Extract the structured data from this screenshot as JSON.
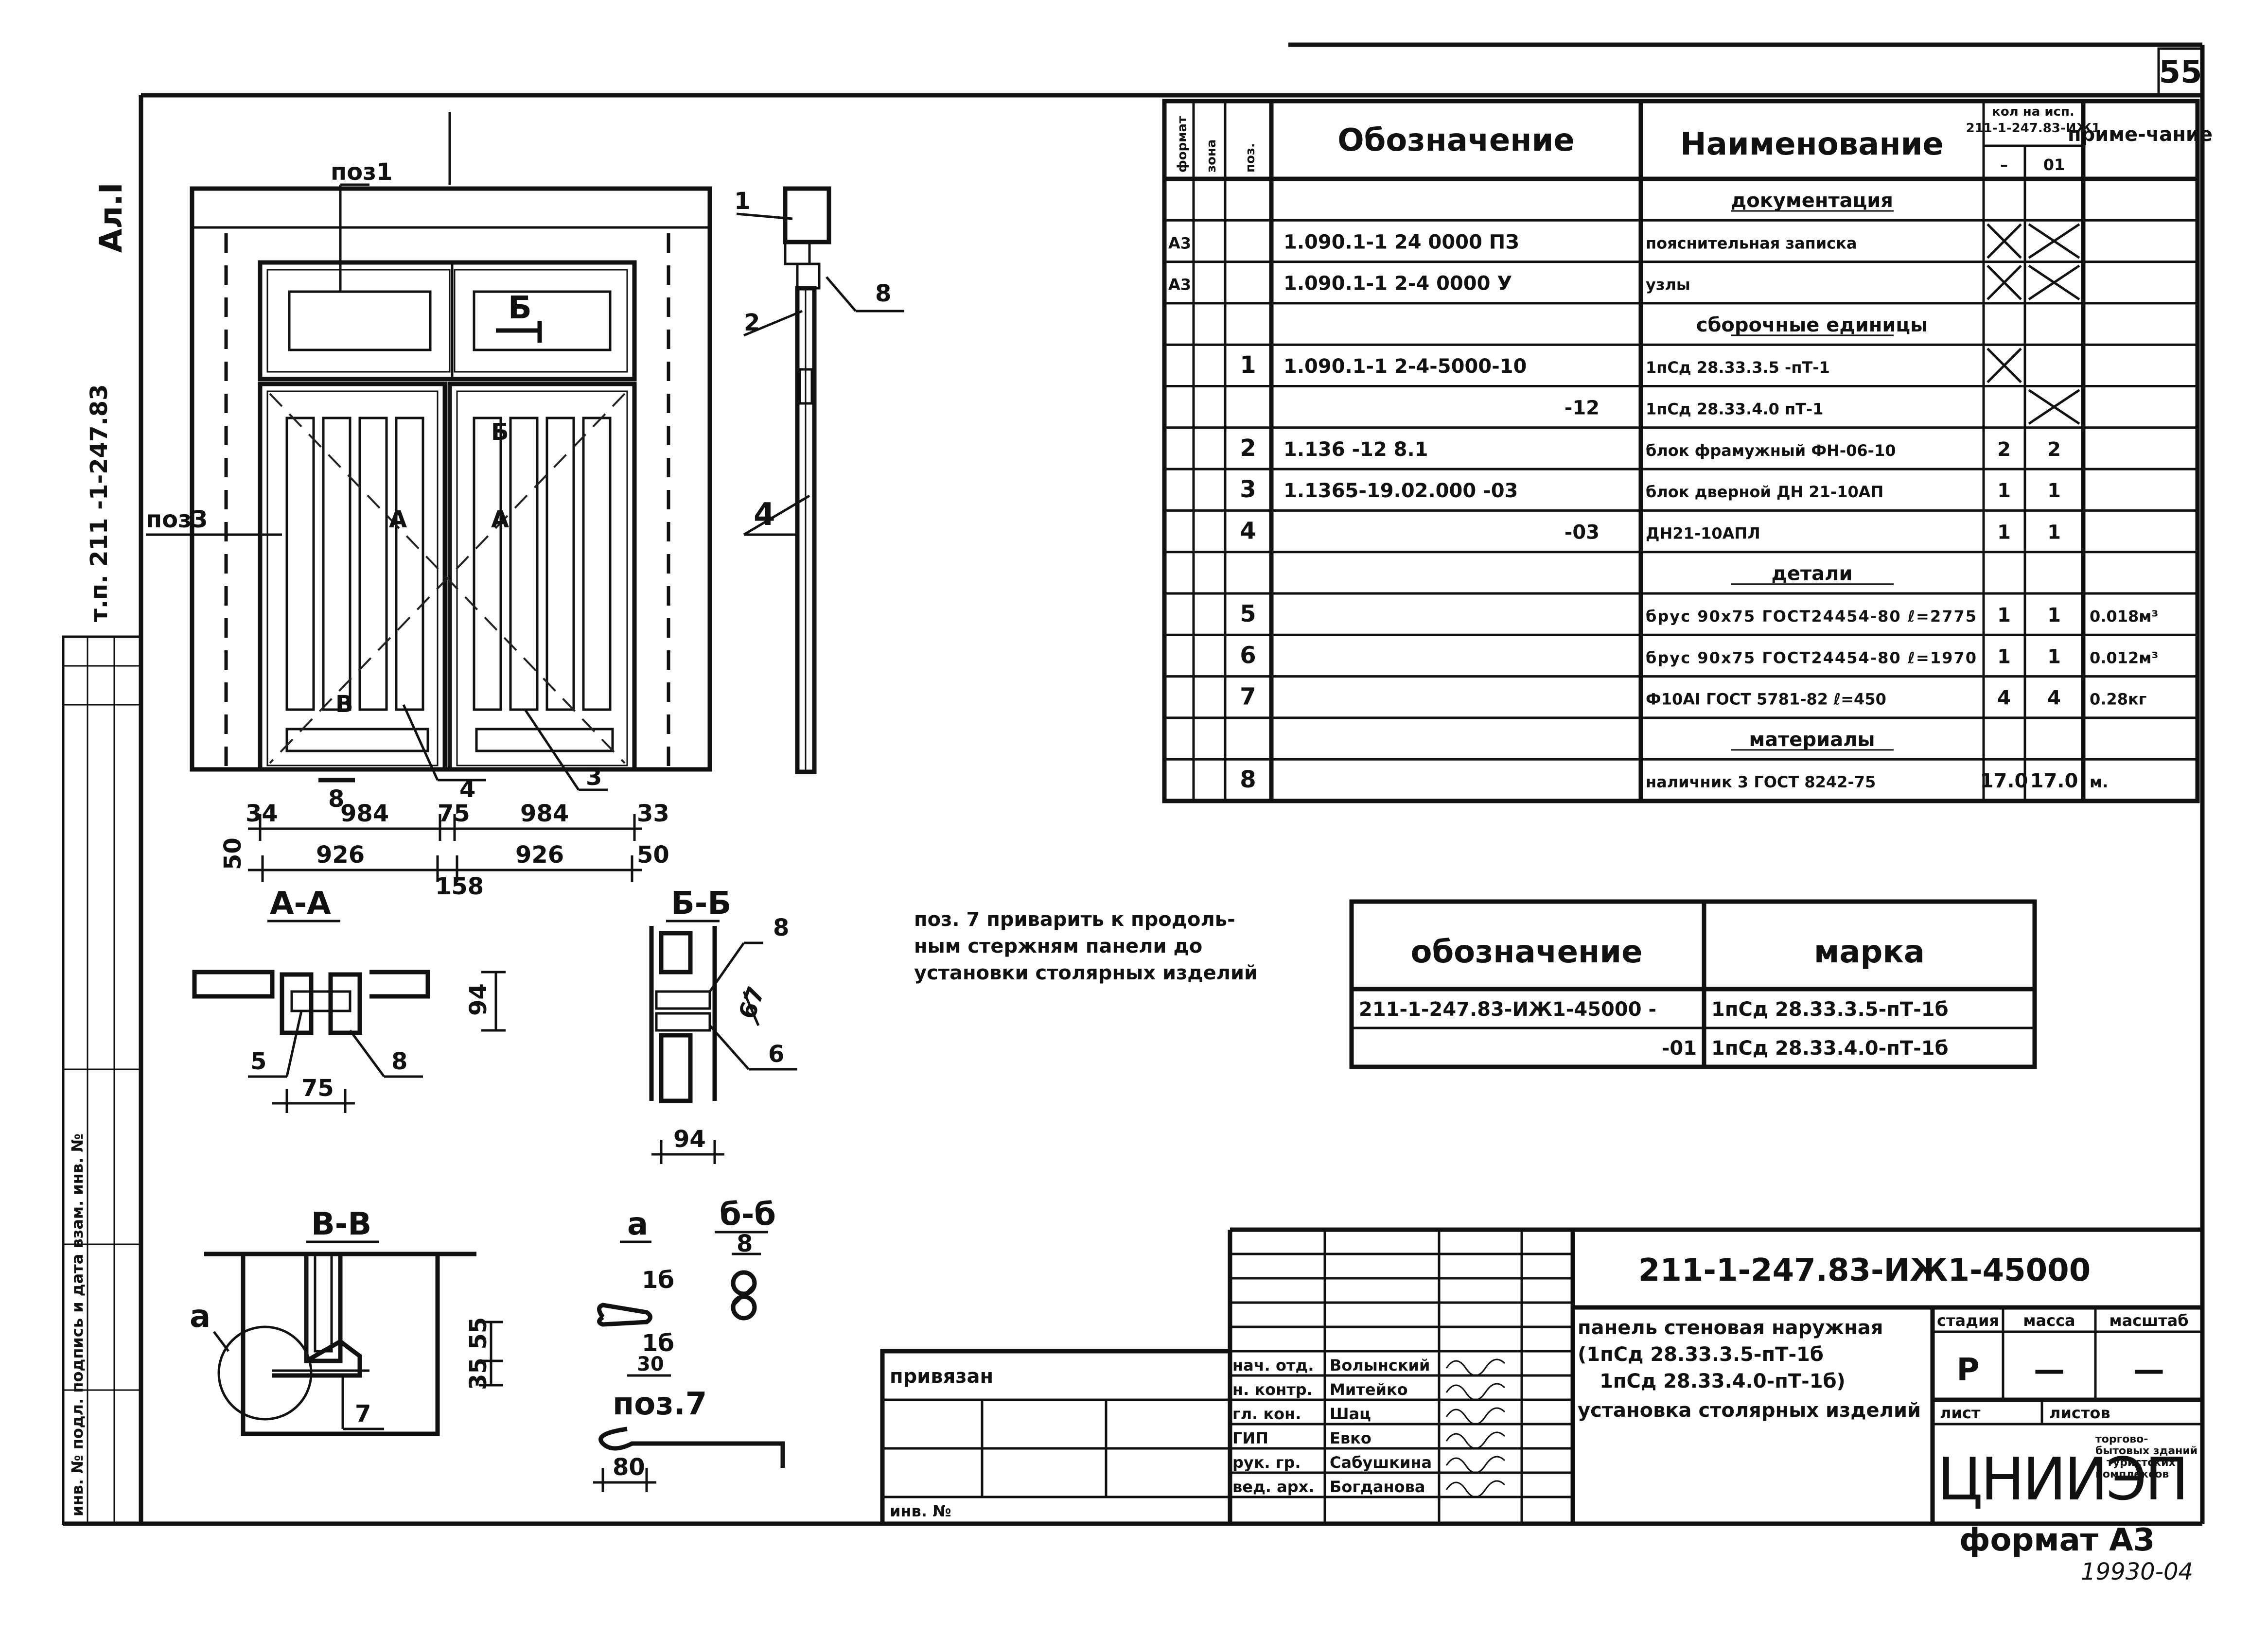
{
  "sheet": {
    "number": "55",
    "album": "Ал.I",
    "series_vertical": "т.п. 211 -1-247.83",
    "format": "формат А3",
    "code": "19930-04"
  },
  "spec": {
    "headers": {
      "format": "формат",
      "zone": "зона",
      "pos": "поз.",
      "designation": "Обозначение",
      "name": "Наименование",
      "qty": "кол на исп.",
      "qty_doc": "211-1-247.83-ИЖ1",
      "qty_a": "–",
      "qty_b": "01",
      "note": "приме-чание"
    },
    "rows": [
      {
        "fmt": "",
        "pos": "",
        "des": "",
        "name": "документация",
        "section": true,
        "q1": "",
        "q2": "",
        "note": ""
      },
      {
        "fmt": "А3",
        "pos": "",
        "des": "1.090.1-1 24 0000 ПЗ",
        "name": "пояснительная записка",
        "q1": "X",
        "q2": "X",
        "note": ""
      },
      {
        "fmt": "А3",
        "pos": "",
        "des": "1.090.1-1 2-4 0000 У",
        "name": "узлы",
        "q1": "X",
        "q2": "X",
        "note": ""
      },
      {
        "fmt": "",
        "pos": "",
        "des": "",
        "name": "сборочные единицы",
        "section": true,
        "q1": "",
        "q2": "",
        "note": ""
      },
      {
        "fmt": "",
        "pos": "1",
        "des": "1.090.1-1 2-4-5000-10",
        "name": "1пСд 28.33.3.5 -пТ-1",
        "q1": "X",
        "q2": "",
        "note": ""
      },
      {
        "fmt": "",
        "pos": "",
        "des": "-12",
        "name": "1пСд 28.33.4.0 пТ-1",
        "q1": "",
        "q2": "X",
        "note": ""
      },
      {
        "fmt": "",
        "pos": "2",
        "des": "1.136 -12 8.1",
        "name": "блок фрамужный ФН-06-10",
        "q1": "2",
        "q2": "2",
        "note": ""
      },
      {
        "fmt": "",
        "pos": "3",
        "des": "1.1365-19.02.000 -03",
        "name": "блок дверной ДН 21-10АП",
        "q1": "1",
        "q2": "1",
        "note": ""
      },
      {
        "fmt": "",
        "pos": "4",
        "des": "-03",
        "name": "ДН21-10АПЛ",
        "q1": "1",
        "q2": "1",
        "note": ""
      },
      {
        "fmt": "",
        "pos": "",
        "des": "",
        "name": "детали",
        "section": true,
        "q1": "",
        "q2": "",
        "note": ""
      },
      {
        "fmt": "",
        "pos": "5",
        "des": "",
        "name": "брус 90х75 ГОСТ24454-80 ℓ=2775",
        "q1": "1",
        "q2": "1",
        "note": "0.018м³"
      },
      {
        "fmt": "",
        "pos": "6",
        "des": "",
        "name": "брус 90х75 ГОСТ24454-80 ℓ=1970",
        "q1": "1",
        "q2": "1",
        "note": "0.012м³"
      },
      {
        "fmt": "",
        "pos": "7",
        "des": "",
        "name": "Ф10АI ГОСТ 5781-82 ℓ=450",
        "q1": "4",
        "q2": "4",
        "note": "0.28кг"
      },
      {
        "fmt": "",
        "pos": "",
        "des": "",
        "name": "материалы",
        "section": true,
        "q1": "",
        "q2": "",
        "note": ""
      },
      {
        "fmt": "",
        "pos": "8",
        "des": "",
        "name": "наличник 3 ГОСТ 8242-75",
        "q1": "17.0",
        "q2": "17.0",
        "note": "м."
      }
    ]
  },
  "note": {
    "line1": "поз. 7 приварить к продоль-",
    "line2": "ным стержням панели до",
    "line3": "установки столярных изделий"
  },
  "mark_table": {
    "h_designation": "обозначение",
    "h_mark": "марка",
    "r1_des": "211-1-247.83-ИЖ1-45000 -",
    "r1_mark": "1пСд 28.33.3.5-пТ-1б",
    "r2_des": "-01",
    "r2_mark": "1пСд 28.33.4.0-пТ-1б"
  },
  "drawing": {
    "callouts": {
      "pos1": "поз1",
      "pos3": "поз3",
      "n1": "1",
      "n2": "2",
      "n3": "3",
      "n4": "4",
      "n8": "8",
      "sec_b": "Б",
      "sec_a": "А",
      "sec_v": "В"
    },
    "dims": {
      "d34": "34",
      "d984a": "984",
      "d75": "75",
      "d984b": "984",
      "d33": "33",
      "d50a": "50",
      "d926a": "926",
      "d158": "158",
      "d926b": "926",
      "d50b": "50"
    },
    "sections": {
      "aa": "А-А",
      "bb": "Б-Б",
      "vv": "В-В",
      "a": "а",
      "bsmall": "б-б",
      "pos7": "поз.7",
      "aa_dim94": "94",
      "aa_dim75": "75",
      "aa_n5": "5",
      "aa_n8": "8",
      "bb_dim94": "94",
      "bb_dim67": "67",
      "bb_n8": "8",
      "bb_n6": "6",
      "vv_dim": "35 55",
      "vv_a": "а",
      "vv_n7": "7",
      "a_1b": "1б",
      "a_1b2": "1б",
      "a_30": "30",
      "b_8": "8",
      "p7_80": "80"
    }
  },
  "title_block": {
    "doc_number": "211-1-247.83-ИЖ1-45000",
    "title1": "панель стеновая наружная",
    "title2": "(1пСд 28.33.3.5-пТ-1б",
    "title3": "1пСд 28.33.4.0-пТ-1б)",
    "title4": "установка столярных изделий",
    "stage_h": "стадия",
    "mass_h": "масса",
    "scale_h": "масштаб",
    "stage": "Р",
    "mass": "—",
    "scale": "—",
    "sheet_h": "лист",
    "sheets_h": "листов",
    "org": "ЦНИИЭП",
    "org_sub": "торгово-бытовых зданий и туристских комплексов",
    "privyazan": "привязан",
    "inv": "инв. №",
    "people": [
      {
        "role": "нач. отд.",
        "name": "Волынский"
      },
      {
        "role": "н. контр.",
        "name": "Митейко"
      },
      {
        "role": "гл. кон.",
        "name": "Шац"
      },
      {
        "role": "ГИП",
        "name": "Евко"
      },
      {
        "role": "рук. гр.",
        "name": "Сабушкина"
      },
      {
        "role": "вед. арх.",
        "name": "Богданова"
      }
    ],
    "left_strip": "инв. № подл.   подпись и дата   взам. инв. №"
  }
}
